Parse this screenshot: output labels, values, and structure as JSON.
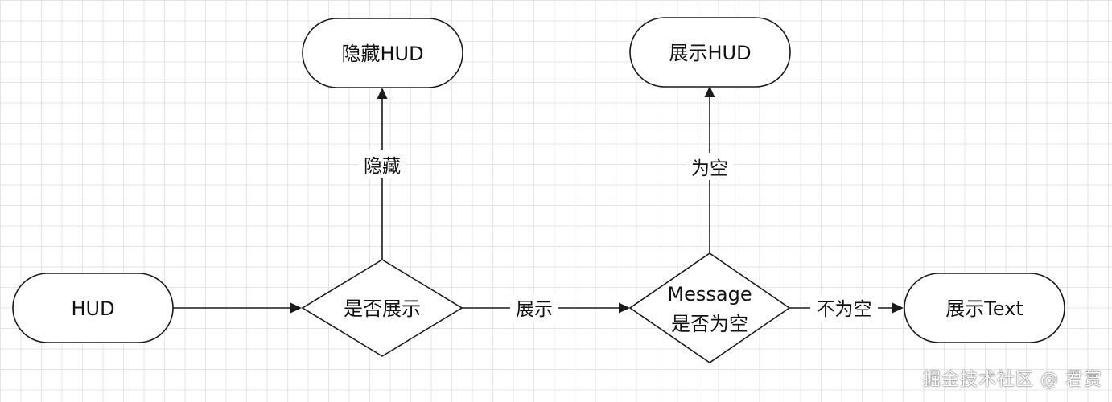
{
  "nodes": {
    "hud": "HUD",
    "show_decision": "是否展示",
    "hide_hud": "隐藏HUD",
    "message_decision_line1": "Message",
    "message_decision_line2": "是否为空",
    "show_hud": "展示HUD",
    "show_text": "展示Text"
  },
  "edges": {
    "hide_label": "隐藏",
    "show_label": "展示",
    "empty_label": "为空",
    "not_empty_label": "不为空"
  },
  "watermark": "掘金技术社区 @ 君赏",
  "colors": {
    "grid": "#e4e4e4",
    "stroke": "#1a1a1a",
    "background": "#ffffff"
  }
}
